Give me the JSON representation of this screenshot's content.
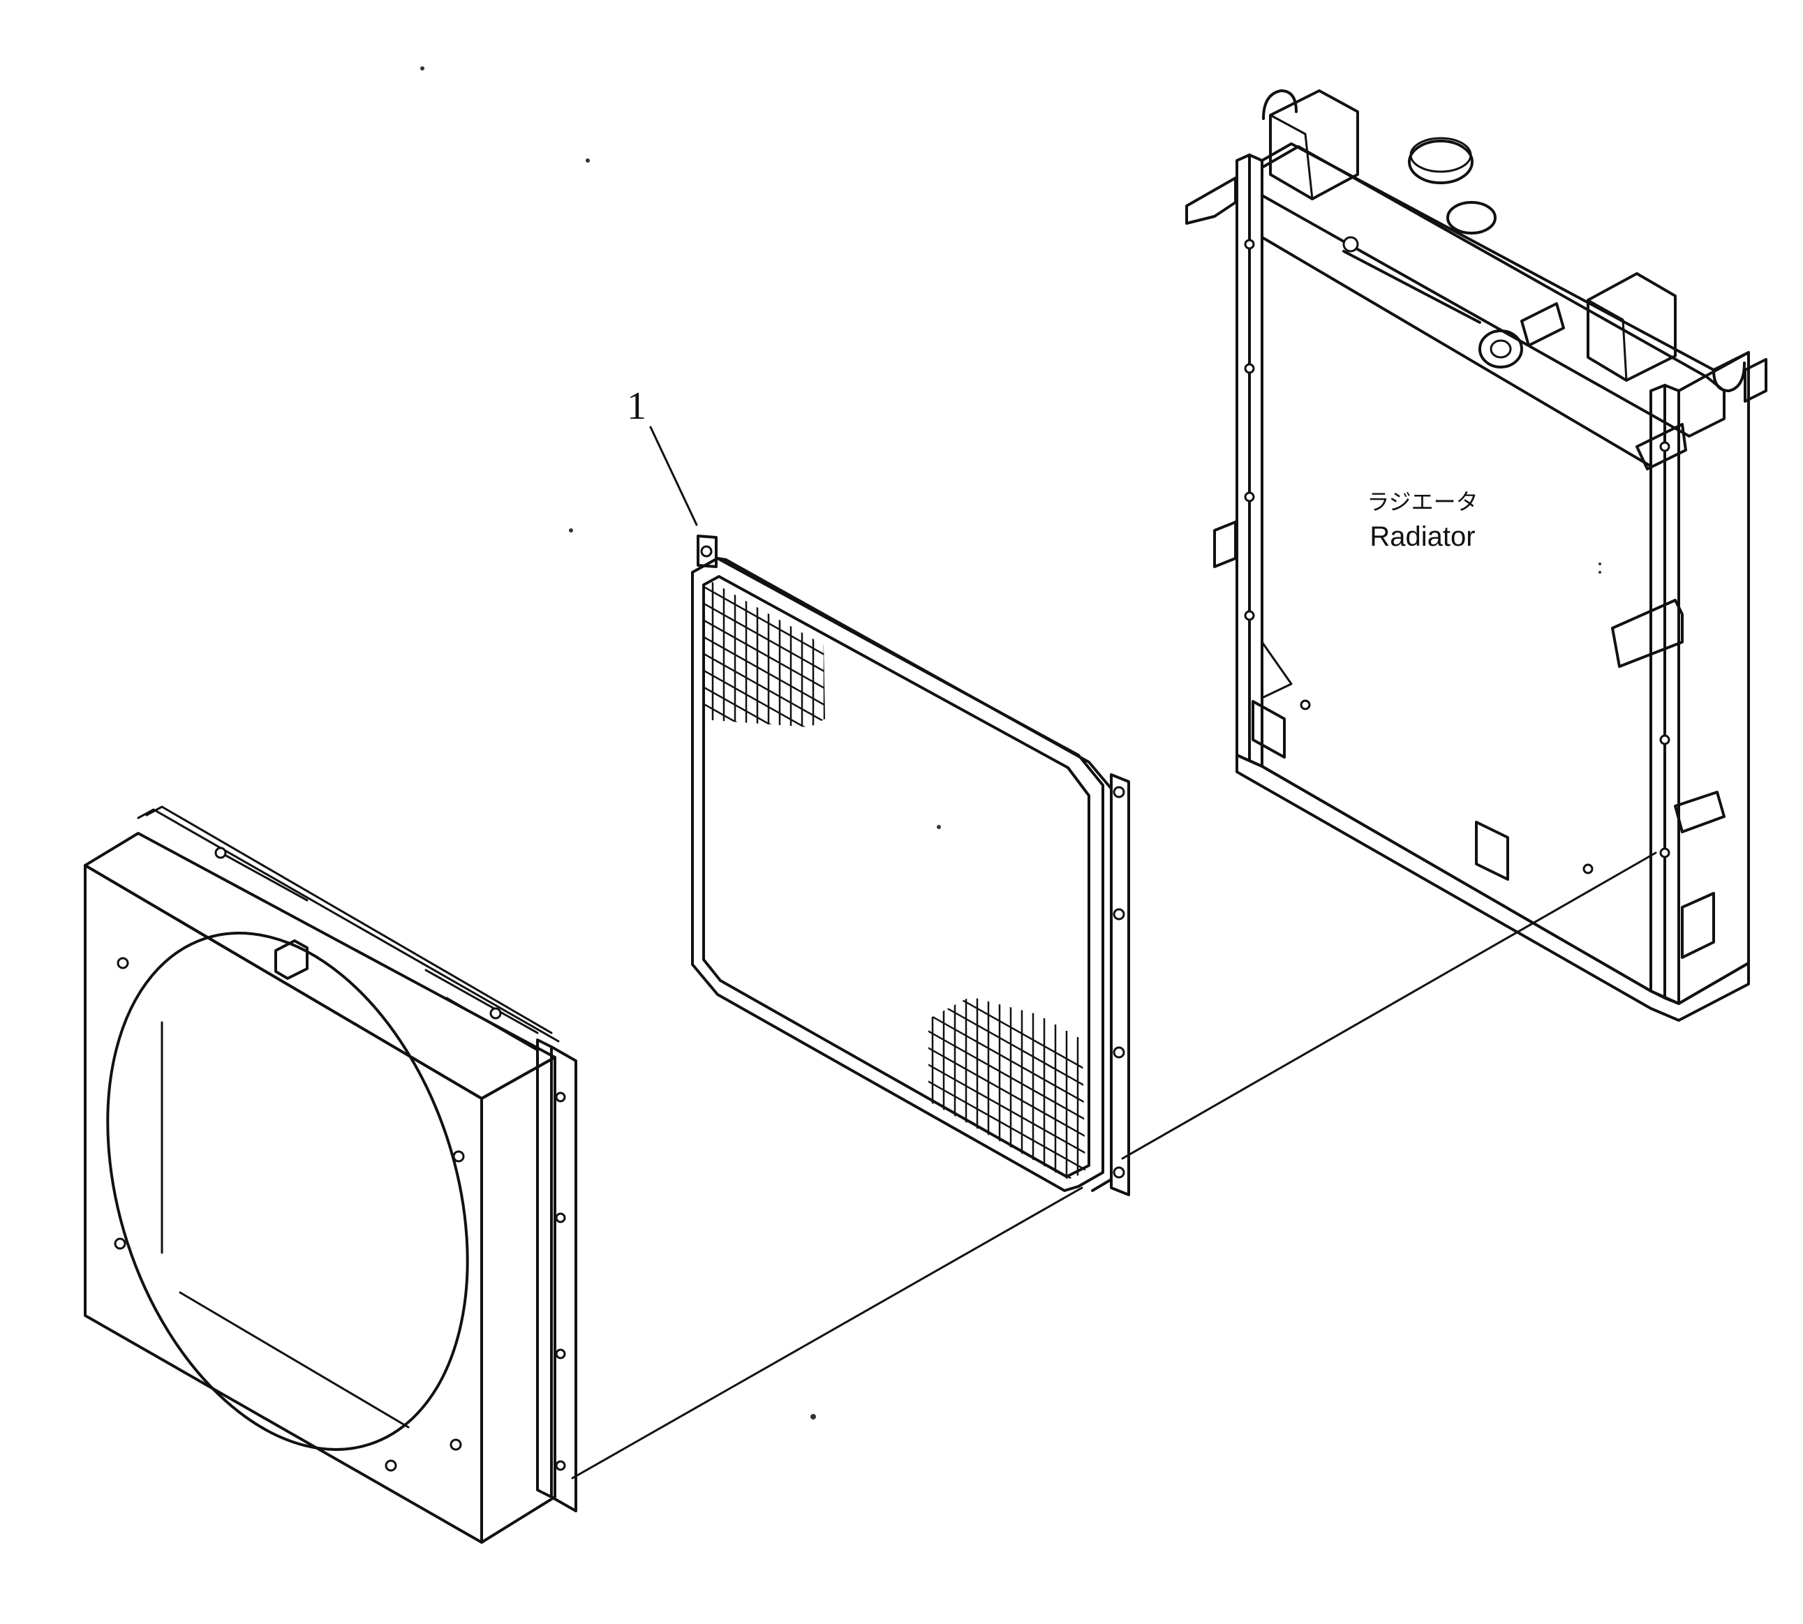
{
  "callouts": [
    {
      "number": "1"
    }
  ],
  "labels": {
    "radiator_jp": "ラジエータ",
    "radiator_en": "Radiator"
  },
  "icons": [
    "fan-shroud-icon",
    "mesh-screen-icon",
    "radiator-icon",
    "assembly-line-icon"
  ]
}
